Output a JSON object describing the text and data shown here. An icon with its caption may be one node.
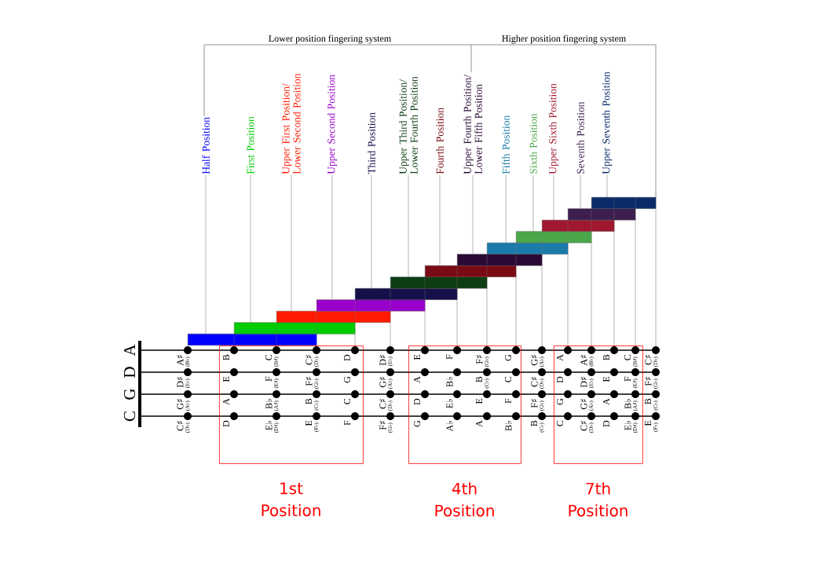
{
  "diagram": {
    "nodes": [
      {
        "text": [
          "Half Position"
        ]
      },
      {
        "text": [
          "First Position"
        ]
      },
      {
        "text": [
          "Upper First Position/ Lower Second Position"
        ]
      },
      {
        "text": [
          "Upper Second Position"
        ]
      },
      {
        "text": [
          "Third Position"
        ]
      },
      {
        "text": [
          "Upper Third Position/ Lower Fourth Position"
        ]
      },
      {
        "text": [
          "Fourth Position"
        ]
      },
      {
        "text": [
          "Upper Fourth Position/ Lower Fifth Position"
        ]
      },
      {
        "text": [
          "Fifth Position"
        ]
      },
      {
        "text": [
          "Sixth Position"
        ]
      },
      {
        "text": [
          "Upper Sixth Position"
        ]
      },
      {
        "text": [
          "Seventh Position"
        ]
      },
      {
        "text": [
          "Upper Seventh Position"
        ]
      },
      {
        "text": [],
        "shape": "bar"
      },
      {
        "text": [],
        "shape": "bar"
      },
      {
        "text": [],
        "shape": "bar"
      },
      {
        "text": [],
        "shape": "bar"
      },
      {
        "text": [],
        "shape": "bar"
      },
      {
        "text": [],
        "shape": "bar"
      },
      {
        "text": [],
        "shape": "bar"
      },
      {
        "text": [],
        "shape": "bar"
      },
      {
        "text": [],
        "shape": "bar"
      },
      {
        "text": [],
        "shape": "bar"
      },
      {
        "text": [],
        "shape": "bar"
      },
      {
        "text": [],
        "shape": "bar"
      },
      {
        "text": [],
        "shape": "bar"
      },
      {
        "text": [],
        "shape": "box",
        "beside": [
          "1st Position"
        ]
      },
      {
        "text": [],
        "shape": "box",
        "beside": [
          "4th Position"
        ]
      },
      {
        "text": [],
        "shape": "box",
        "beside": [
          "7th Position"
        ]
      }
    ],
    "edges": [
      {
        "from": 0,
        "to": 13,
        "arrow": "none"
      },
      {
        "from": 1,
        "to": 14,
        "arrow": "none"
      },
      {
        "from": 2,
        "to": 15,
        "arrow": "none"
      },
      {
        "from": 3,
        "to": 16,
        "arrow": "none"
      },
      {
        "from": 4,
        "to": 17,
        "arrow": "none"
      },
      {
        "from": 5,
        "to": 18,
        "arrow": "none"
      },
      {
        "from": 6,
        "to": 19,
        "arrow": "none"
      },
      {
        "from": 7,
        "to": 20,
        "arrow": "none"
      },
      {
        "from": 8,
        "to": 21,
        "arrow": "none"
      },
      {
        "from": 9,
        "to": 22,
        "arrow": "none"
      },
      {
        "from": 10,
        "to": 23,
        "arrow": "none"
      },
      {
        "from": 11,
        "to": 24,
        "arrow": "none"
      },
      {
        "from": 12,
        "to": 25,
        "arrow": "none"
      }
    ],
    "labels": [
      "Lower position fingering system",
      "Higher position fingering system",
      "A",
      "D",
      "G",
      "C",
      "A♯",
      "(B♭)",
      "D♯",
      "(E♭)",
      "G♯",
      "(A♭)",
      "C♯",
      "(D♭)",
      "B",
      "E",
      "A",
      "D",
      "C",
      "(B♯)",
      "F",
      "(E♯)",
      "B♭",
      "(A♯)",
      "E♭",
      "(D♯)",
      "C♯",
      "(D♭)",
      "F♯",
      "(G♭)",
      "B",
      "(C♭)",
      "E",
      "(F♭)",
      "D",
      "G",
      "C",
      "F",
      "D♯",
      "(E♭)",
      "G♯",
      "(A♭)",
      "C♯",
      "(D♭)",
      "F♯",
      "(G♭)",
      "E",
      "A",
      "D",
      "G",
      "F",
      "B♭",
      "E♭",
      "A♭",
      "F♯",
      "(G♭)",
      "B",
      "(C♭)",
      "E",
      "A",
      "G",
      "C",
      "F",
      "B♭",
      "G♯",
      "(A♭)",
      "C♯",
      "(D♭)",
      "F♯",
      "(G♭)",
      "B",
      "(C♭)",
      "A",
      "D",
      "G",
      "C",
      "A♯",
      "(B♭)",
      "D♯",
      "(E♭)",
      "G♯",
      "(A♭)",
      "C♯",
      "(D♭)",
      "B",
      "E",
      "A",
      "D",
      "C",
      "(B♯)",
      "F",
      "(E♯)",
      "B♭",
      "(A♯)",
      "E♭",
      "(D♯)",
      "C♯",
      "(D♭)",
      "F♯",
      "(G♭)",
      "B",
      "(C♭)",
      "E",
      "(F♭)"
    ]
  }
}
